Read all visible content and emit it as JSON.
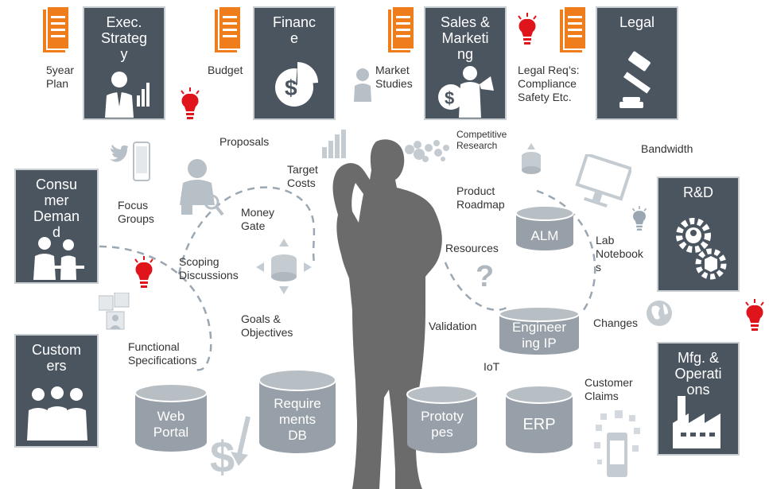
{
  "tiles": {
    "exec": "Exec.\nStrateg\ny",
    "finance": "Financ\ne",
    "sales": "Sales &\nMarketi\nng",
    "legal": "Legal",
    "consumer": "Consu\nmer\nDeman\nd",
    "customers": "Custom\ners",
    "rd": "R&D",
    "mfg": "Mfg. &\nOperati\nons"
  },
  "labels": {
    "five_year_plan": "5year\nPlan",
    "budget": "Budget",
    "market_studies": "Market\nStudies",
    "legal_req": "Legal Req’s:\nCompliance\nSafety Etc.",
    "proposals": "Proposals",
    "target_costs": "Target\nCosts",
    "competitive_research": "Competitive\nResearch",
    "bandwidth": "Bandwidth",
    "focus_groups": "Focus\nGroups",
    "money_gate": "Money\nGate",
    "product_roadmap": "Product\nRoadmap",
    "resources": "Resources",
    "lab_notebooks": "Lab\nNotebook\ns",
    "scoping_discussions": "Scoping\nDiscussions",
    "goals_objectives": "Goals &\nObjectives",
    "validation": "Validation",
    "changes": "Changes",
    "functional_specs": "Functional\nSpecifications",
    "iot": "IoT",
    "customer_claims": "Customer\nClaims",
    "question_mark": "?"
  },
  "databases": {
    "alm": "ALM",
    "engineering_ip": "Engineer\ning IP",
    "web_portal": "Web\nPortal",
    "requirements_db": "Require\nments\nDB",
    "prototypes": "Prototy\npes",
    "erp": "ERP"
  },
  "colors": {
    "tile": "#4a5560",
    "doc": "#f07d1c",
    "bulb": "#e0141b",
    "db": "#97a0a8",
    "person": "#6b6b6b",
    "dashes": "#9aa7b3"
  }
}
